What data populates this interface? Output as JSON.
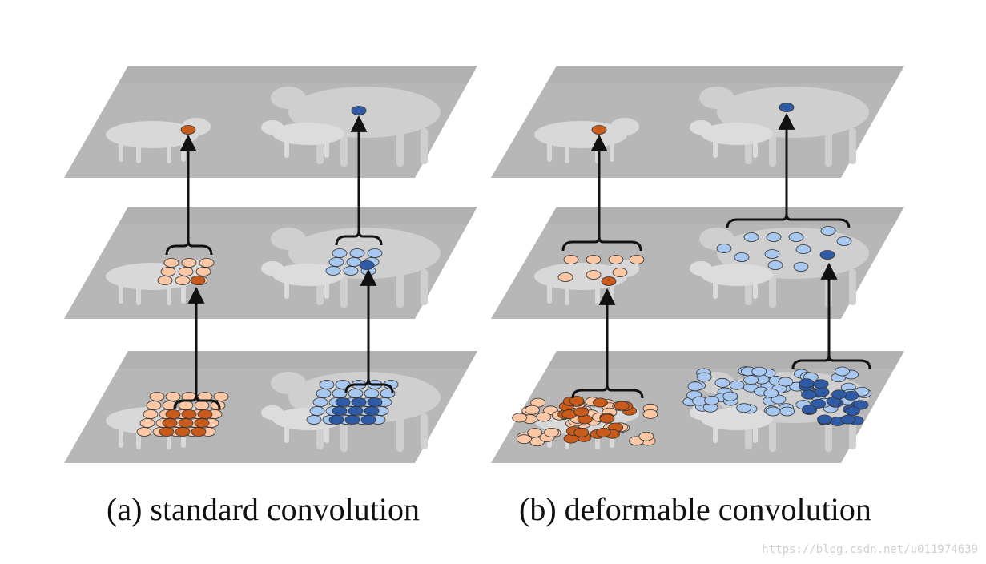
{
  "captions": {
    "a": "(a) standard convolution",
    "b": "(b) deformable convolution"
  },
  "watermark": "https://blog.csdn.net/u011974639",
  "colors": {
    "plane": "#b7b7b7",
    "plane_shade": "#a9a9a9",
    "lamb": "#d8d8d8",
    "sheep": "#cfcfcf",
    "orange_dark": "#c85a1c",
    "orange_light": "#fbc7a5",
    "blue_dark": "#2f5aa6",
    "blue_light": "#a9c8ef",
    "arrow": "#111111"
  },
  "panels": [
    {
      "id": "a",
      "mode": "standard"
    },
    {
      "id": "b",
      "mode": "deformable"
    }
  ]
}
